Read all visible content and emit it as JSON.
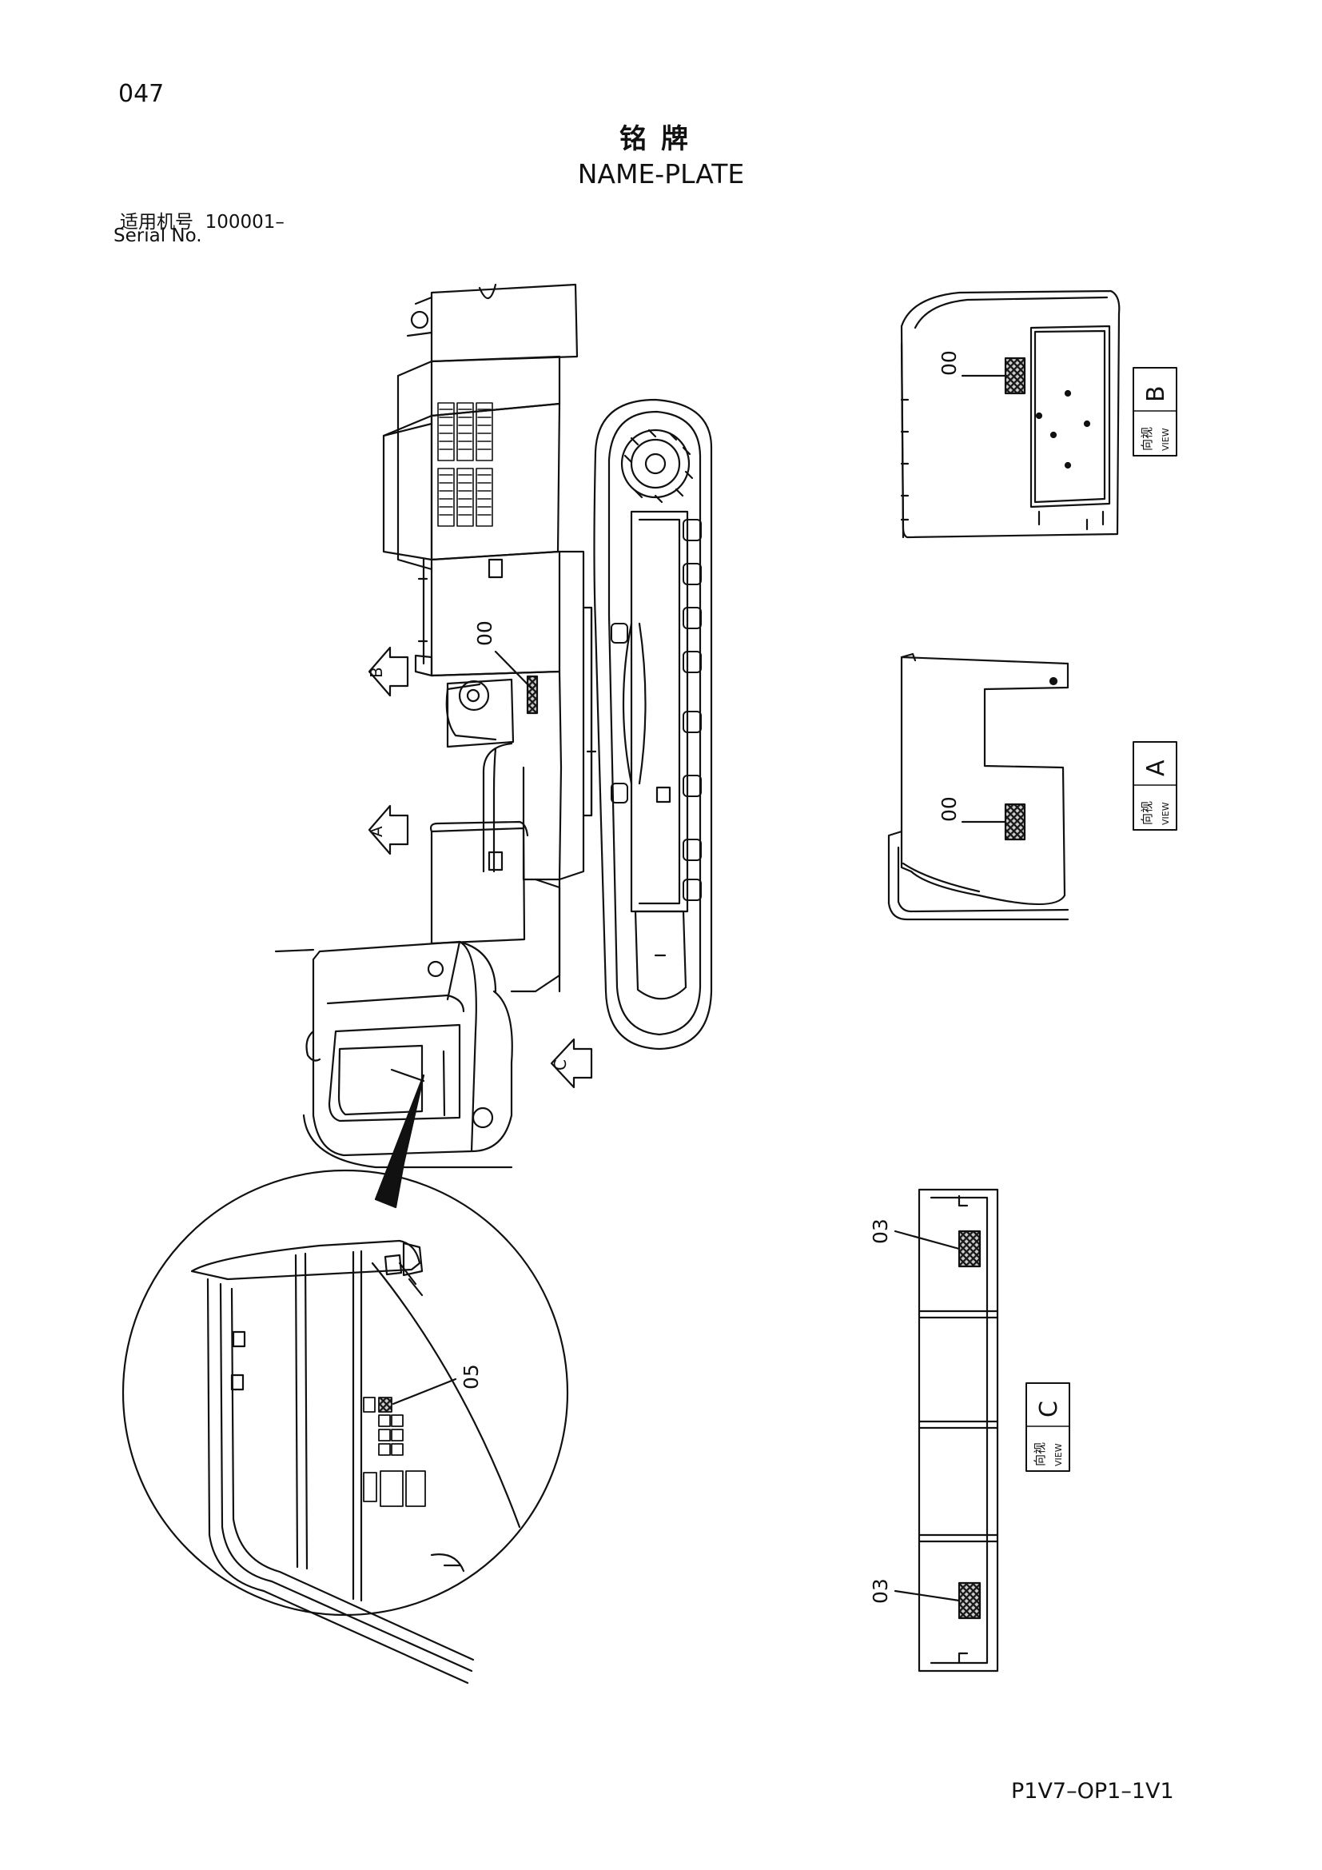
{
  "header": {
    "page_number": "047",
    "title_cn": "铭牌",
    "title_en": "NAME-PLATE",
    "serial_label_cn": "适用机号",
    "serial_value": "100001–",
    "serial_label_en": "Serial No."
  },
  "callouts": {
    "main_side": "00",
    "view_b": "00",
    "view_a": "00",
    "view_c_top": "03",
    "view_c_bottom": "03",
    "detail_circle": "05"
  },
  "view_arrows": {
    "b": "B",
    "a": "A",
    "c": "C"
  },
  "view_labels": {
    "b": {
      "cn": "向视",
      "en": "VIEW",
      "letter": "B"
    },
    "a": {
      "cn": "向视",
      "en": "VIEW",
      "letter": "A"
    },
    "c": {
      "cn": "向视",
      "en": "VIEW",
      "letter": "C"
    }
  },
  "footer": {
    "code": "P1V7–OP1–1V1"
  }
}
